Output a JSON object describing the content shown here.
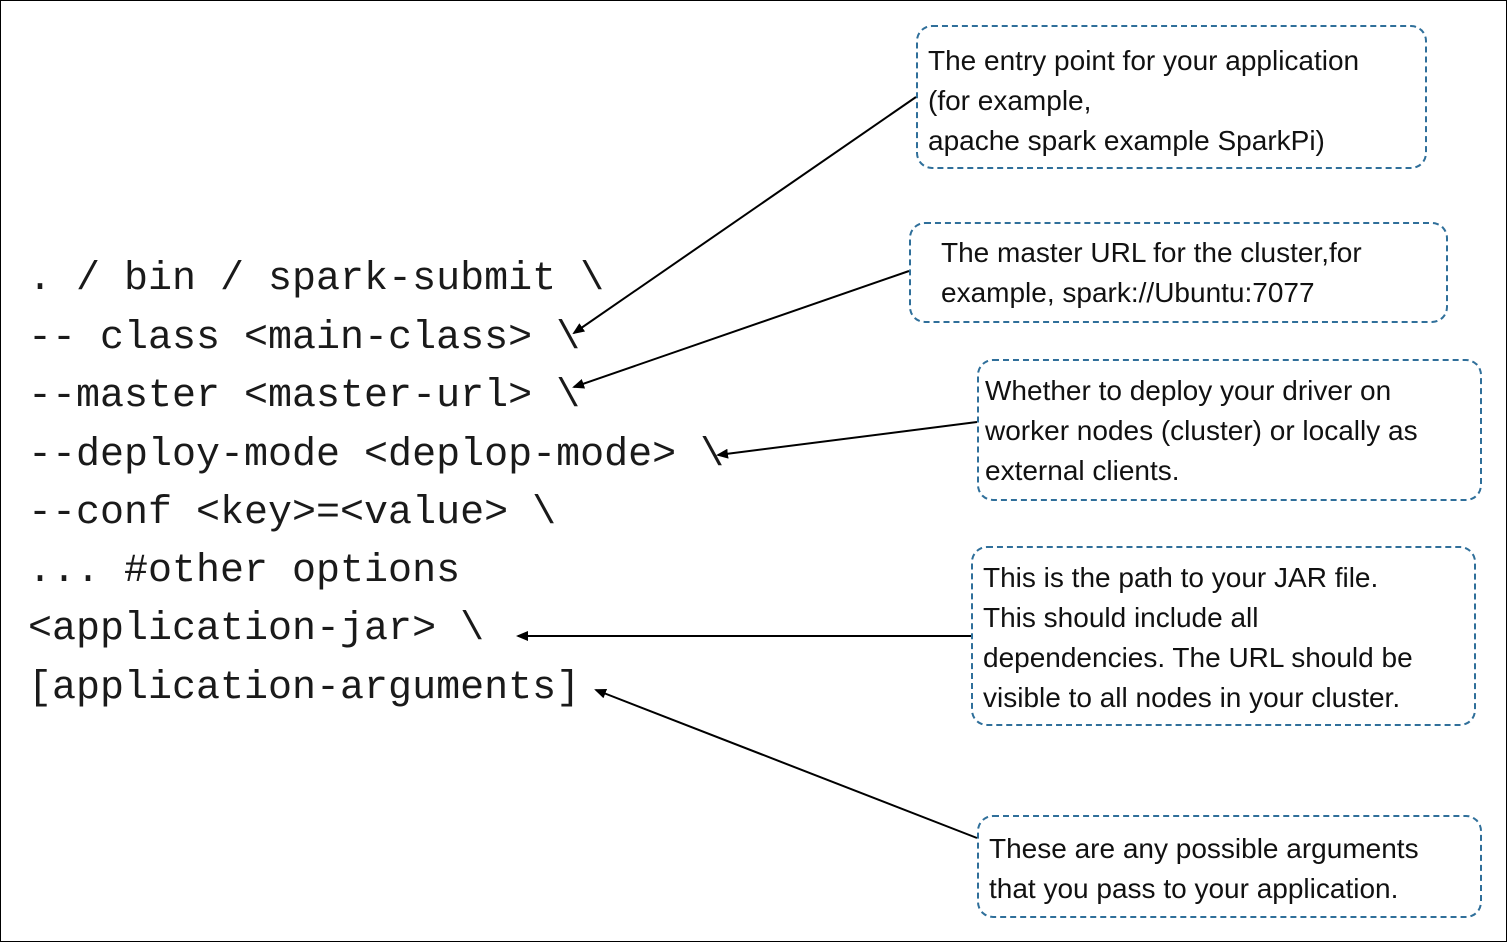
{
  "code_lines": [
    ". / bin / spark-submit \\",
    "-- class <main-class> \\",
    "--master <master-url> \\",
    "--deploy-mode <deplop-mode> \\",
    "--conf <key>=<value> \\",
    "... #other options",
    "<application-jar> \\",
    "[application-arguments]"
  ],
  "notes": {
    "entry_point": [
      "The entry point for your application",
      "(for example,",
      "apache spark example SparkPi)"
    ],
    "master_url": [
      "The master URL for the cluster,for",
      "example, spark://Ubuntu:7077"
    ],
    "deploy_mode": [
      "Whether to deploy your driver on",
      "worker nodes (cluster) or locally as",
      "external clients."
    ],
    "application_jar": [
      "This is the path to your JAR file.",
      "This should include all",
      "dependencies. The URL should be",
      "visible to all nodes in your cluster."
    ],
    "application_arguments": [
      "These are any possible arguments",
      "that you pass to your application."
    ]
  },
  "colors": {
    "note_border": "#2f6f9a",
    "arrow": "#000000",
    "code_text": "#1a1a1a"
  }
}
